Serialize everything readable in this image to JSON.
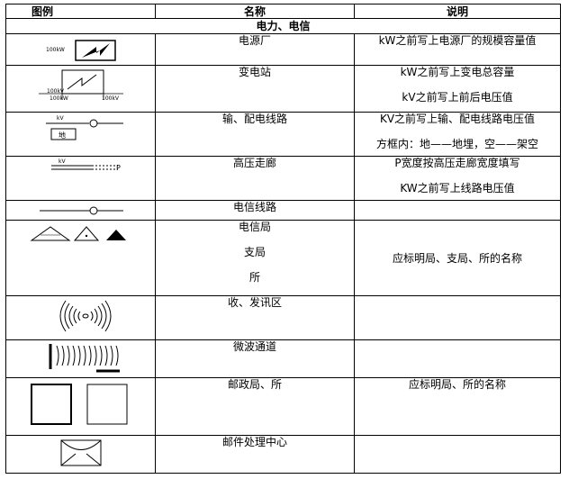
{
  "header": {
    "col1": "图例",
    "col2": "名称",
    "col3": "说明"
  },
  "section_title": "电力、电信",
  "rows": [
    {
      "name": [
        "电源厂"
      ],
      "desc": [
        "kW之前写上电源厂的规模容量值"
      ],
      "symbol": {
        "icon": "power-plant-icon",
        "labels": [
          "100kW"
        ]
      }
    },
    {
      "name": [
        "变电站"
      ],
      "desc": [
        "kW之前写上变电总容量",
        "kV之前写上前后电压值"
      ],
      "symbol": {
        "icon": "substation-icon",
        "labels": [
          "100kV",
          "100kW",
          "100kV"
        ]
      }
    },
    {
      "name": [
        "输、配电线路"
      ],
      "desc": [
        "KV之前写上输、配电线路电压值",
        "方框内：地——地埋，空——架空"
      ],
      "symbol": {
        "icon": "power-line-icon",
        "labels": [
          "kV",
          "地"
        ]
      }
    },
    {
      "name": [
        "高压走廊"
      ],
      "desc": [
        "P宽度按高压走廊宽度填写",
        "KW之前写上线路电压值"
      ],
      "symbol": {
        "icon": "hv-corridor-icon",
        "labels": [
          "kV",
          "P"
        ]
      }
    },
    {
      "name": [
        "电信线路"
      ],
      "desc": [],
      "symbol": {
        "icon": "telecom-line-icon",
        "labels": []
      }
    },
    {
      "name": [
        "电信局",
        "支局",
        "所"
      ],
      "desc": [
        "应标明局、支局、所的名称"
      ],
      "symbol": {
        "icon": "telecom-office-icons",
        "labels": []
      }
    },
    {
      "name": [
        "收、发讯区"
      ],
      "desc": [],
      "symbol": {
        "icon": "transmit-receive-icon",
        "labels": []
      }
    },
    {
      "name": [
        "微波通道"
      ],
      "desc": [],
      "symbol": {
        "icon": "microwave-channel-icon",
        "labels": []
      }
    },
    {
      "name": [
        "邮政局、所"
      ],
      "desc": [
        "应标明局、所的名称"
      ],
      "symbol": {
        "icon": "post-office-icons",
        "labels": []
      }
    },
    {
      "name": [
        "邮件处理中心"
      ],
      "desc": [],
      "symbol": {
        "icon": "mail-center-icon",
        "labels": []
      }
    }
  ]
}
